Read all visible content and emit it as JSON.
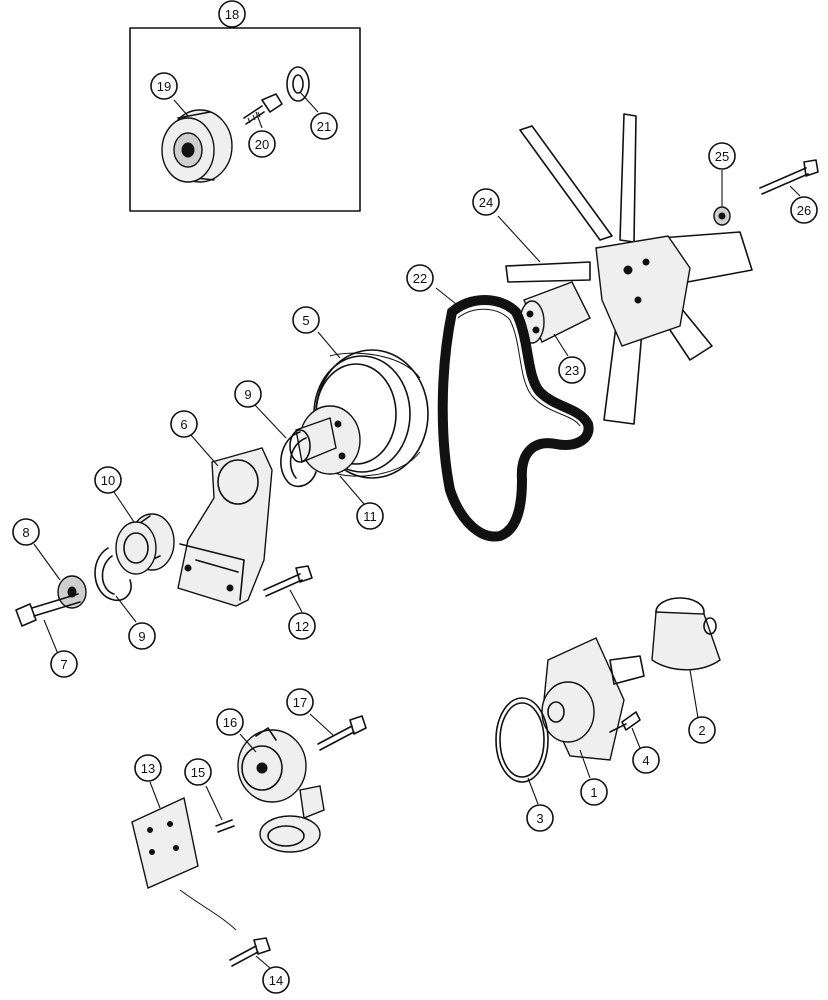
{
  "callouts": [
    {
      "id": "1",
      "label": "1"
    },
    {
      "id": "2",
      "label": "2"
    },
    {
      "id": "3",
      "label": "3"
    },
    {
      "id": "4",
      "label": "4"
    },
    {
      "id": "5",
      "label": "5"
    },
    {
      "id": "6",
      "label": "6"
    },
    {
      "id": "7",
      "label": "7"
    },
    {
      "id": "8",
      "label": "8"
    },
    {
      "id": "9a",
      "label": "9"
    },
    {
      "id": "9b",
      "label": "9"
    },
    {
      "id": "10",
      "label": "10"
    },
    {
      "id": "11",
      "label": "11"
    },
    {
      "id": "12",
      "label": "12"
    },
    {
      "id": "13",
      "label": "13"
    },
    {
      "id": "14",
      "label": "14"
    },
    {
      "id": "15",
      "label": "15"
    },
    {
      "id": "16",
      "label": "16"
    },
    {
      "id": "17",
      "label": "17"
    },
    {
      "id": "18",
      "label": "18"
    },
    {
      "id": "19",
      "label": "19"
    },
    {
      "id": "20",
      "label": "20"
    },
    {
      "id": "21",
      "label": "21"
    },
    {
      "id": "22",
      "label": "22"
    },
    {
      "id": "23",
      "label": "23"
    },
    {
      "id": "24",
      "label": "24"
    },
    {
      "id": "25",
      "label": "25"
    },
    {
      "id": "26",
      "label": "26"
    }
  ]
}
